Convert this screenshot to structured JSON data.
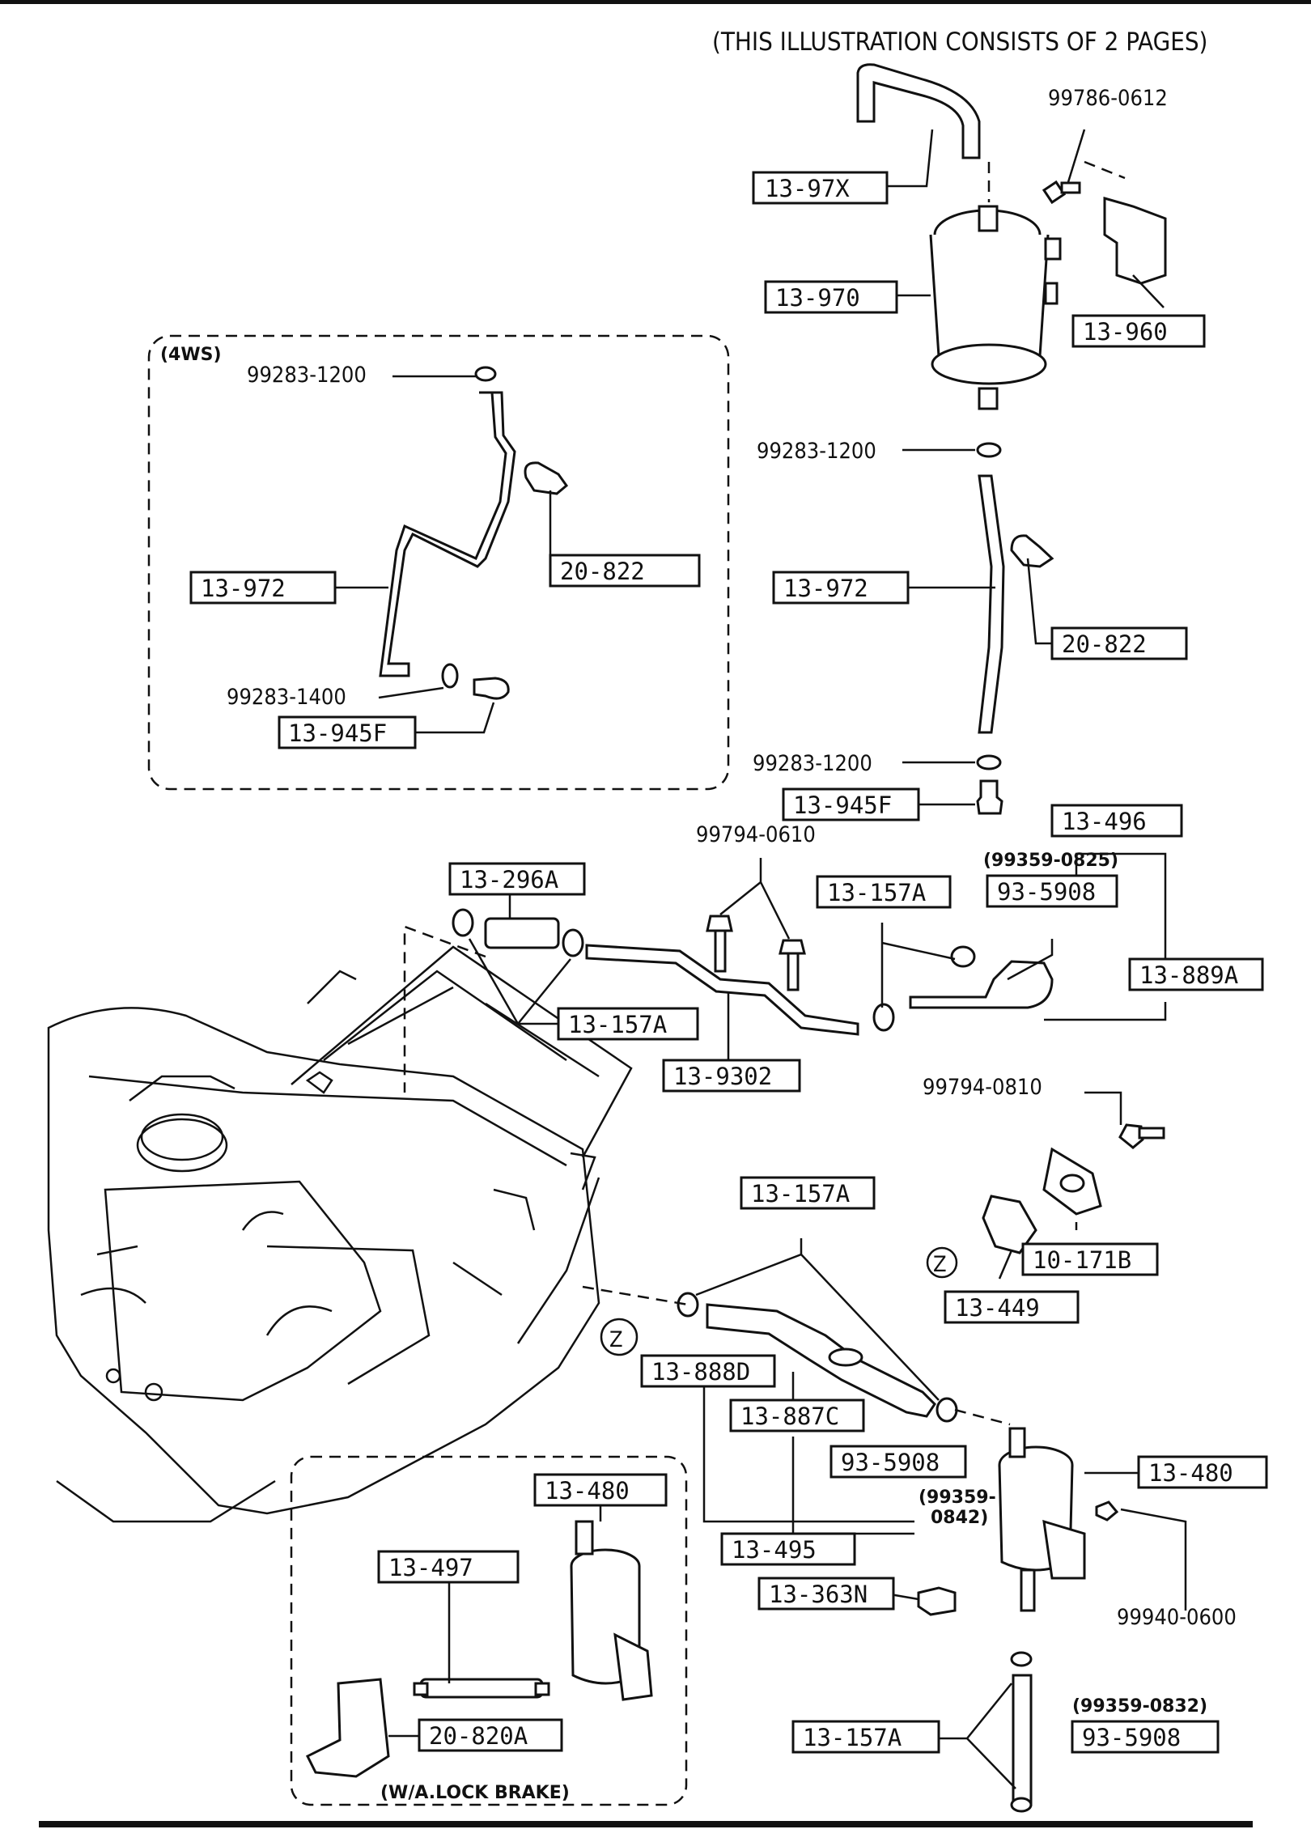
{
  "header": {
    "note": "(THIS ILLUSTRATION CONSISTS OF  2 PAGES)"
  },
  "inset_4ws": {
    "title": "(4WS)"
  },
  "inset_lock_brake": {
    "title": "(W/A.LOCK BRAKE)"
  },
  "callouts": {
    "z_marker": "Z"
  },
  "labels": {
    "hose_top": "13-97X",
    "bolt_top": "99786-0612",
    "canister": "13-970",
    "bracket_top": "13-960",
    "clamp_a": "99283-1200",
    "hose_mid": "13-972",
    "clip_mid": "20-822",
    "clamp_b": "99283-1200",
    "connector_mid": "13-945F",
    "ws_clamp_top": "99283-1200",
    "ws_hose": "13-972",
    "ws_clip": "20-822",
    "ws_clamp_bottom": "99283-1400",
    "ws_connector": "13-945F",
    "bolt_pipe": "99794-0610",
    "hose_296a": "13-296A",
    "clamp_157a_left": "13-157A",
    "pipe_9302": "13-9302",
    "clamp_157a_right": "13-157A",
    "hose_assy_496": "13-496",
    "kit_825_code": "(99359-0825)",
    "kit_825": "93-5908",
    "hose_889a": "13-889A",
    "bolt_valve": "99794-0810",
    "gasket_171b": "10-171B",
    "valve_449": "13-449",
    "clamp_157a_mid": "13-157A",
    "hose_888d": "13-888D",
    "hose_887c": "13-887C",
    "kit_842": "93-5908",
    "kit_842_code_a": "(99359-",
    "kit_842_code_b": "0842)",
    "hose_assy_495": "13-495",
    "filter_480": "13-480",
    "sensor_363n": "13-363N",
    "nut_0600": "99940-0600",
    "clamp_157a_bottom": "13-157A",
    "kit_832_code": "(99359-0832)",
    "kit_832": "93-5908",
    "lb_filter_480": "13-480",
    "lb_hose_497": "13-497",
    "lb_bracket_820a": "20-820A"
  }
}
